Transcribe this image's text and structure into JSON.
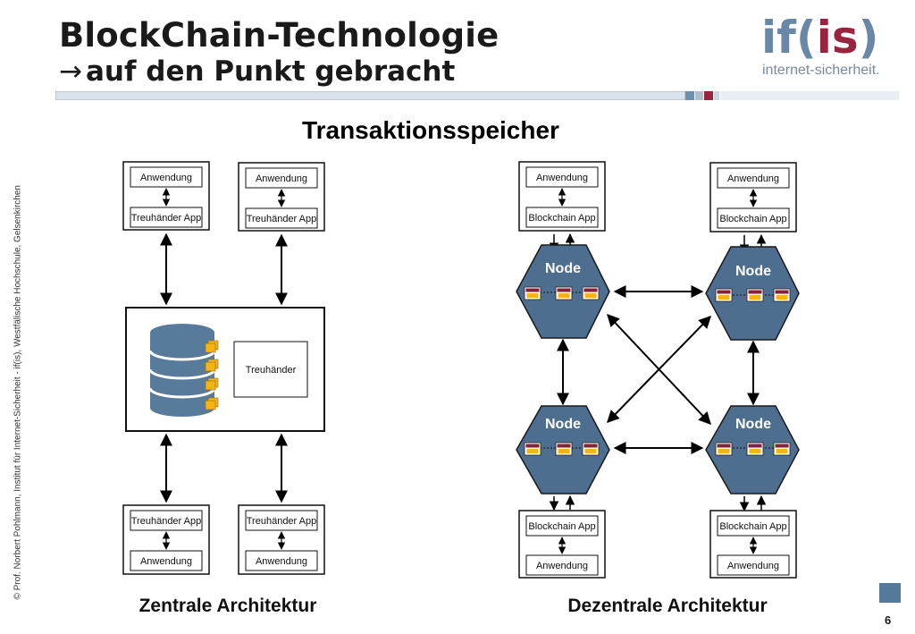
{
  "header": {
    "title": "BlockChain-Technologie",
    "subtitle_arrow": "→",
    "subtitle": "auf den Punkt gebracht"
  },
  "logo": {
    "mark_part1": "if(",
    "mark_part2": "is",
    "mark_part3": ")",
    "tagline": "internet-sicherheit."
  },
  "sidebar": {
    "copyright": "© Prof. Norbert Pohlmann, Institut für Internet-Sicherheit - if(is), Westfälische Hochschule, Gelsenkirchen"
  },
  "diagram": {
    "heading": "Transaktionsspeicher",
    "central": {
      "caption": "Zentrale Architektur",
      "top_left": {
        "app": "Anwendung",
        "client": "Treuhänder App"
      },
      "top_right": {
        "app": "Anwendung",
        "client": "Treuhänder App"
      },
      "bottom_left": {
        "app": "Anwendung",
        "client": "Treuhänder App"
      },
      "bottom_right": {
        "app": "Anwendung",
        "client": "Treuhänder App"
      },
      "trustee": "Treuhänder"
    },
    "decentral": {
      "caption": "Dezentrale Architektur",
      "top_left": {
        "app": "Anwendung",
        "client": "Blockchain App"
      },
      "top_right": {
        "app": "Anwendung",
        "client": "Blockchain App"
      },
      "bottom_left": {
        "app": "Anwendung",
        "client": "Blockchain App"
      },
      "bottom_right": {
        "app": "Anwendung",
        "client": "Blockchain App"
      },
      "node_label": "Node"
    }
  },
  "colors": {
    "node_fill": "#4d6e8f",
    "db_fill": "#587b9c",
    "doc_fill": "#f2b418",
    "block_red": "#8a1f38",
    "accent_red": "#9a2340"
  },
  "footer": {
    "page_number": "6"
  }
}
